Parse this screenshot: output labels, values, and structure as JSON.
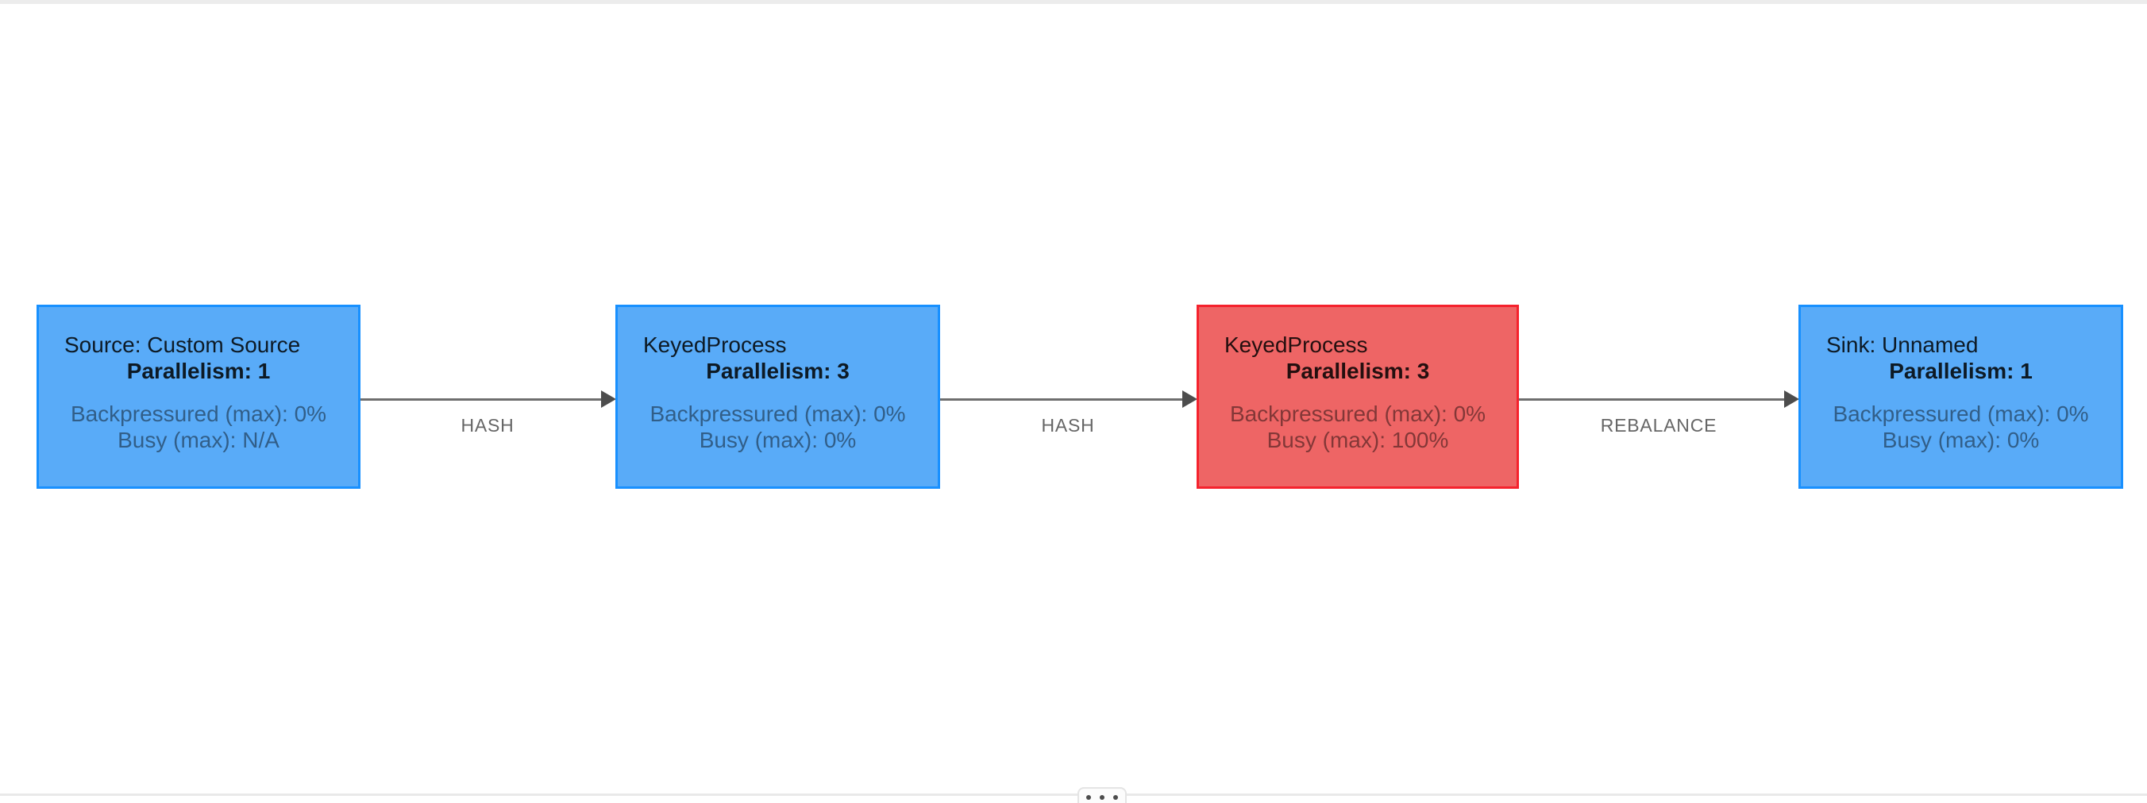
{
  "view": {
    "name": "Flink job graph",
    "background": "#ffffff"
  },
  "nodes": [
    {
      "name": "Source: Custom Source",
      "parallelism": "Parallelism: 1",
      "backpressured": "Backpressured (max): 0%",
      "busy": "Busy (max): N/A",
      "state": "normal"
    },
    {
      "name": "KeyedProcess",
      "parallelism": "Parallelism: 3",
      "backpressured": "Backpressured (max): 0%",
      "busy": "Busy (max): 0%",
      "state": "normal"
    },
    {
      "name": "KeyedProcess",
      "parallelism": "Parallelism: 3",
      "backpressured": "Backpressured (max): 0%",
      "busy": "Busy (max): 100%",
      "state": "busy"
    },
    {
      "name": "Sink: Unnamed",
      "parallelism": "Parallelism: 1",
      "backpressured": "Backpressured (max): 0%",
      "busy": "Busy (max): 0%",
      "state": "normal"
    }
  ],
  "edges": [
    {
      "label": "HASH",
      "from": 0,
      "to": 1
    },
    {
      "label": "HASH",
      "from": 1,
      "to": 2
    },
    {
      "label": "REBALANCE",
      "from": 2,
      "to": 3
    }
  ],
  "colors": {
    "node_fill": "#59abf8",
    "node_border": "#1890ff",
    "busy_node_fill": "#ee6565",
    "busy_node_border": "#f5222d",
    "edge_line": "#6e6e6e",
    "edge_label_text": "#666666",
    "top_strip": "#ececec",
    "bottom_divider": "#e9e9e9"
  },
  "bottom_panel": {
    "handle_icon": "ellipsis-icon"
  }
}
